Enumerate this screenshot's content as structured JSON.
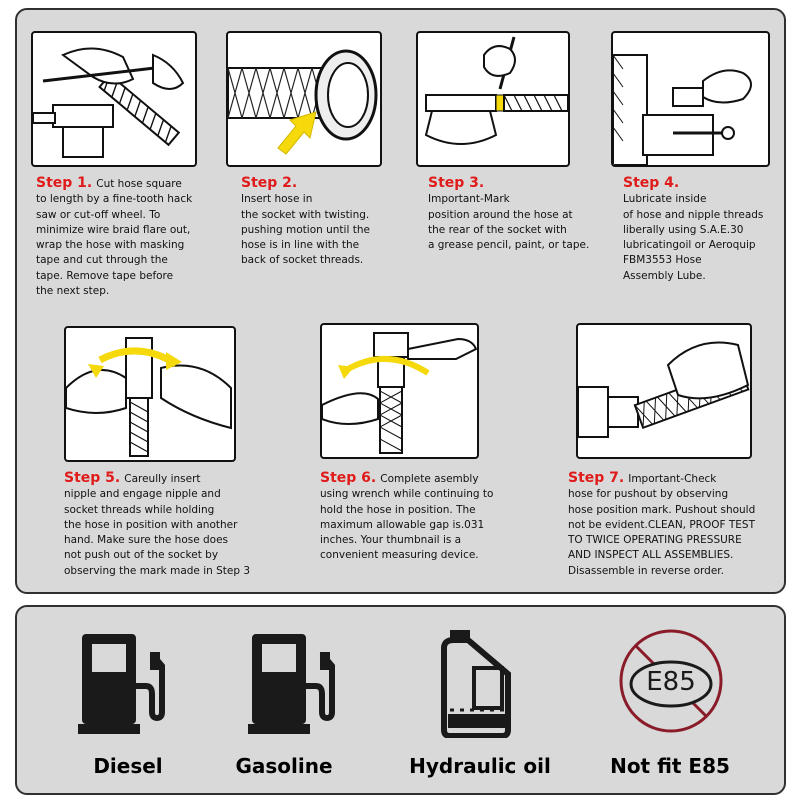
{
  "steps": [
    {
      "title": "Step 1.",
      "text": "Cut hose square\nto length by a fine-tooth hack\nsaw or cut-off wheel. To\nminimize wire braid flare out,\nwrap the hose with masking\ntape and cut through the\ntape. Remove tape before\nthe next step."
    },
    {
      "title": "Step 2.",
      "text": "\nInsert hose in\nthe socket with twisting.\npushing motion until the\nhose is in line with the\nback of socket threads."
    },
    {
      "title": "Step 3.",
      "text": "\nImportant-Mark\nposition around the hose at\nthe rear of the socket with\na grease pencil, paint, or tape."
    },
    {
      "title": "Step 4.",
      "text": "\nLubricate inside\nof hose and nipple threads\nliberally using S.A.E.30\nlubricatingoil or Aeroquip\nFBM3553 Hose\nAssembly Lube."
    },
    {
      "title": "Step 5.",
      "text": "Careully insert\nnipple and engage nipple and\nsocket threads while holding\nthe hose in position with another\nhand. Make sure the hose does\nnot push out of the socket by\nobserving the mark made in Step 3"
    },
    {
      "title": "Step 6.",
      "text": "Complete asembly\nusing wrench while continuing to\nhold the hose in position. The\nmaximum allowable gap is.031\ninches. Your thumbnail is a\nconvenient measuring device."
    },
    {
      "title": "Step 7.",
      "text": "Important-Check\nhose for pushout by observing\nhose position mark. Pushout should\nnot be evident.CLEAN, PROOF TEST\nTO TWICE OPERATING PRESSURE\nAND INSPECT ALL ASSEMBLIES.\nDisassemble in reverse order."
    }
  ],
  "compatibility": [
    {
      "label": "Diesel",
      "icon": "fuel-pump-icon"
    },
    {
      "label": "Gasoline",
      "icon": "fuel-pump-icon"
    },
    {
      "label": "Hydraulic oil",
      "icon": "oil-bottle-icon"
    },
    {
      "label": "Not fit E85",
      "icon": "no-e85-icon",
      "badge": "E85"
    }
  ],
  "colors": {
    "step_title": "#e01b1b",
    "panel_bg": "#d9d9d9",
    "arrow_yellow": "#f5d90a",
    "icon_dark": "#1a1a1a",
    "prohibition_red": "#8a1c2a"
  }
}
